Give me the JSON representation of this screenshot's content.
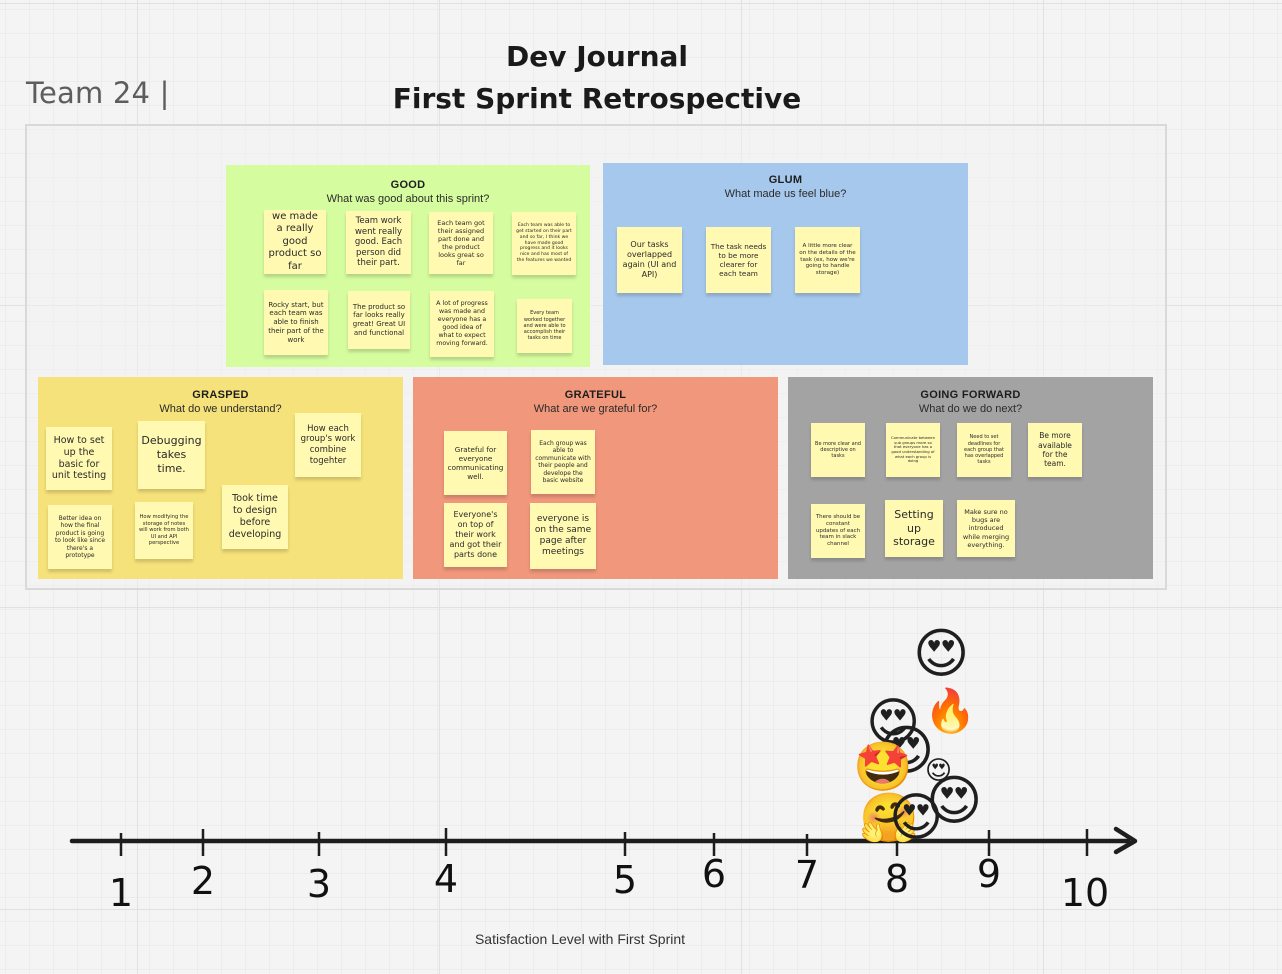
{
  "board": {
    "team_label": "Team 24 |",
    "title_line1": "Dev Journal",
    "title_line2": "First Sprint Retrospective"
  },
  "sections": {
    "good": {
      "title": "GOOD",
      "subtitle": "What was good about this sprint?",
      "color": "#d5fc9e",
      "notes": [
        "we made a really good product so far",
        "Team work went really good. Each person did their part.",
        "Each team got their assigned part done and the product looks great so far",
        "Each team was able to get started on their part and so far, I think we have made good progress and it looks nice and has most of the features we wanted",
        "Rocky start, but each team was able to finish their part of the work",
        "The product so far looks really great! Great UI and functional",
        "A lot of progress was made and everyone has a good idea of what to expect moving forward.",
        "Every team worked together and were able to accomplish their tasks on time"
      ]
    },
    "glum": {
      "title": "GLUM",
      "subtitle": "What made us feel blue?",
      "color": "#a6c8ec",
      "notes": [
        "Our tasks overlapped again (UI and API)",
        "The task needs to be more clearer for each team",
        "A little more clear on the details of the task (ex, how we're going to handle storage)"
      ]
    },
    "grasped": {
      "title": "GRASPED",
      "subtitle": "What do we understand?",
      "color": "#f6e27a",
      "notes": [
        "How to set up the basic for unit testing",
        "Debugging takes time.",
        "How each group's work combine togehter",
        "Better idea on how the final product is going to look like since there's a prototype",
        "How modifying the storage of notes will work from both UI and API perspective",
        "Took time to design before developing"
      ]
    },
    "grateful": {
      "title": "GRATEFUL",
      "subtitle": "What are we grateful for?",
      "color": "#f0977c",
      "notes": [
        "Grateful for everyone communicating well.",
        "Each group was able to communicate with their people and develope the basic website",
        "Everyone's on top of their work and got their parts done",
        "everyone is on the same page after meetings"
      ]
    },
    "going_forward": {
      "title": "GOING FORWARD",
      "subtitle": "What do we do next?",
      "color": "#a3a3a3",
      "notes": [
        "Be more clear and descriptive on tasks",
        "Communicate between sub groups more so that everyone has a good understanding of what each group is doing",
        "Need to set deadlines for each group that has overlapped tasks",
        "Be more available for the team.",
        "There should be constant updates of each team in slack channel",
        "Setting up storage",
        "Make sure no bugs are introduced while merging everything."
      ]
    }
  },
  "scale": {
    "title": "Satisfaction Level with First Sprint",
    "ticks": [
      "1",
      "2",
      "3",
      "4",
      "5",
      "6",
      "7",
      "8",
      "9",
      "10"
    ],
    "votes": [
      {
        "emoji": "😍",
        "icon": "heart-eyes-icon"
      },
      {
        "emoji": "😍",
        "icon": "heart-eyes-icon"
      },
      {
        "emoji": "🔥",
        "icon": "fire-icon"
      },
      {
        "emoji": "😍",
        "icon": "heart-eyes-icon"
      },
      {
        "emoji": "🤩",
        "icon": "star-struck-icon"
      },
      {
        "emoji": "😍",
        "icon": "heart-eyes-icon"
      },
      {
        "emoji": "😍",
        "icon": "heart-eyes-icon"
      },
      {
        "emoji": "🤗",
        "icon": "hugging-face-icon"
      },
      {
        "emoji": "😍",
        "icon": "heart-eyes-icon"
      }
    ]
  },
  "colors": {
    "note": "#fff9b1",
    "axis": "#1e1e1e"
  }
}
